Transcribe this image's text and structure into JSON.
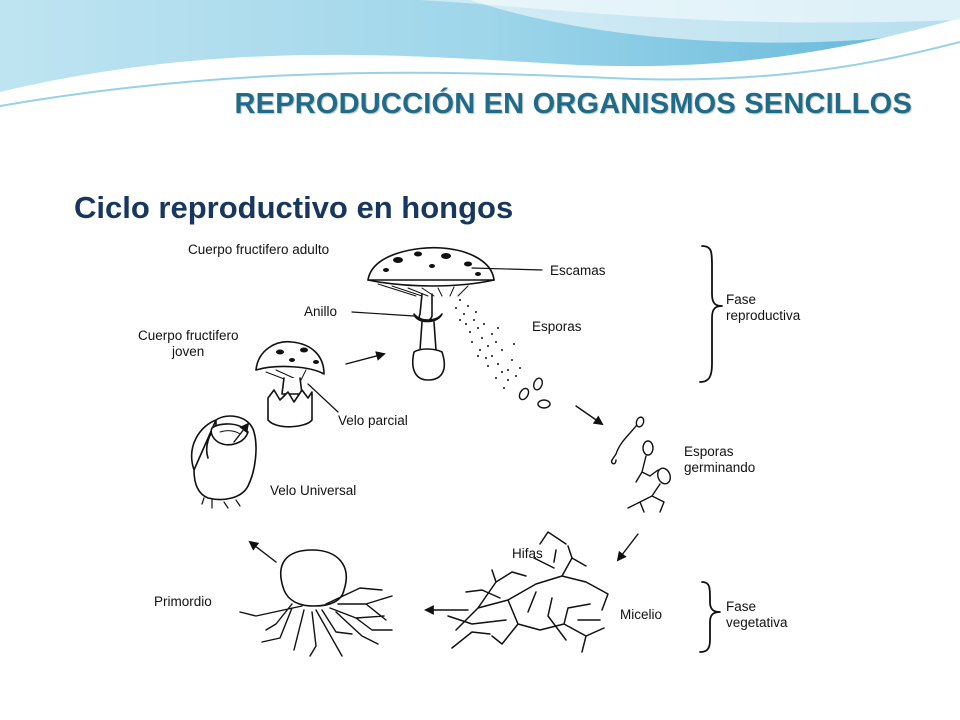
{
  "slide": {
    "title": "REPRODUCCIÓN EN ORGANISMOS SENCILLOS",
    "subtitle": "Ciclo reproductivo en hongos"
  },
  "colors": {
    "title": "#1f6b8a",
    "subtitle": "#17375e",
    "wave_light": "#cfeaf3",
    "wave_mid": "#8fd0e6",
    "wave_dark": "#4aa8cf"
  },
  "diagram": {
    "labels": {
      "cuerpo_adulto": "Cuerpo fructifero adulto",
      "escamas": "Escamas",
      "fase_reproductiva_1": "Fase",
      "fase_reproductiva_2": "reproductiva",
      "anillo": "Anillo",
      "esporas": "Esporas",
      "cuerpo_joven_1": "Cuerpo fructifero",
      "cuerpo_joven_2": "joven",
      "velo_parcial": "Velo parcial",
      "esporas_germ_1": "Esporas",
      "esporas_germ_2": "germinando",
      "velo_universal": "Velo Universal",
      "hifas": "Hifas",
      "primordio": "Primordio",
      "micelio": "Micelio",
      "fase_vegetativa_1": "Fase",
      "fase_vegetativa_2": "vegetativa"
    }
  }
}
